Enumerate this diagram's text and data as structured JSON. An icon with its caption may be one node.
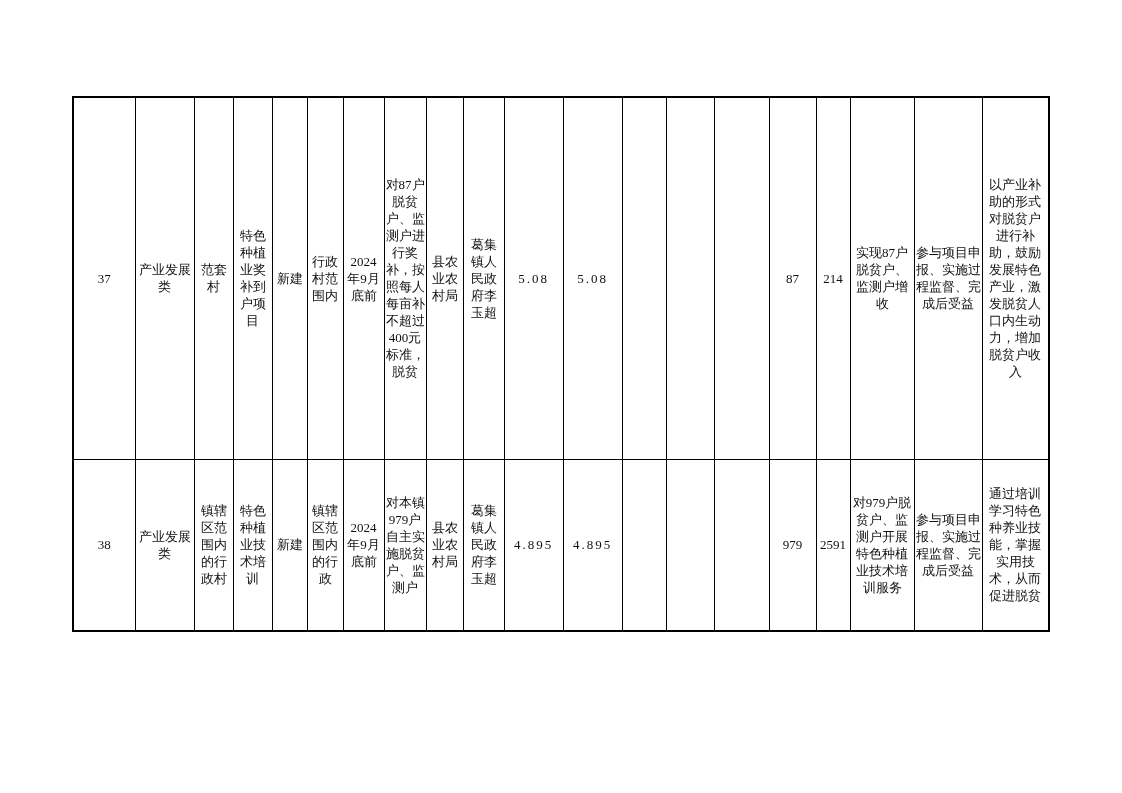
{
  "diagram": {
    "labels": [
      "37",
      "产业发展类",
      "范套村",
      "特色种植业奖补到户项目",
      "新建",
      "行政村范围内",
      "2024年9月底前",
      "对87户脱贫户、监测户进行奖补，按照每人每亩补不超过400元标准，脱贫",
      "县农业农村局",
      "葛集镇人民政府李玉超",
      "5.08",
      "5.08",
      "87",
      "214",
      "实现87户脱贫户、监测户增收",
      "参与项目申报、实施过程监督、完成后受益",
      "以产业补助的形式对脱贫户进行补助，鼓励发展特色产业，激发脱贫人口内生动力，增加脱贫户收入",
      "38",
      "产业发展类",
      "镇辖区范围内的行政村",
      "特色种植业技术培训",
      "新建",
      "镇辖区范围内的行政",
      "2024年9月底前",
      "对本镇979户自主实施脱贫户、监测户",
      "县农业农村局",
      "葛集镇人民政府李玉超",
      "4.895",
      "4.895",
      "979",
      "2591",
      "对979户脱贫户、监测户开展特色种植业技术培训服务",
      "参与项目申报、实施过程监督、完成后受益",
      "通过培训学习特色种养业技能，掌握实用技术，从而促进脱贫"
    ]
  }
}
